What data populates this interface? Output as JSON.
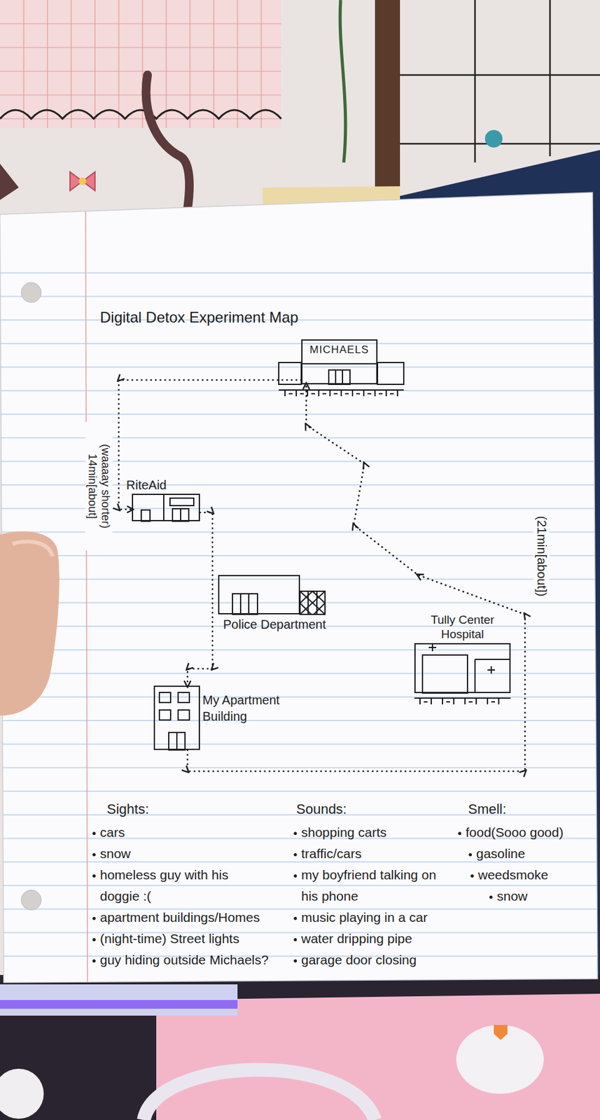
{
  "diagram": {
    "title": "Digital Detox Experiment Map",
    "nodes": [
      {
        "text": [
          "MICHAELS"
        ]
      },
      {
        "text": [
          "RiteAid"
        ]
      },
      {
        "text": [
          "Police Department"
        ]
      },
      {
        "text": [
          "Tully Center Hospital"
        ]
      },
      {
        "text": [
          "My Apartment Building"
        ]
      }
    ],
    "edges": [
      {
        "from": 0,
        "to": 1,
        "arrow": "to"
      },
      {
        "from": 1,
        "to": 4,
        "arrow": "to"
      },
      {
        "from": 4,
        "to": 0,
        "arrow": "to"
      }
    ],
    "labels": [
      "(waaaay shorter) 14min[about]",
      "(21min[about])",
      "Sights:",
      "cars",
      "snow",
      "homeless guy with his doggie :(",
      "apartment buildings/Homes",
      "(night-time) Street lights",
      "guy hiding outside Michaels?",
      "Sounds:",
      "shopping carts",
      "traffic/cars",
      "my boyfriend talking on his phone",
      "music playing in a car",
      "water dripping pipe",
      "garage door closing",
      "Smell:",
      "food(Sooo good)",
      "gasoline",
      "weedsmoke",
      "snow"
    ]
  }
}
